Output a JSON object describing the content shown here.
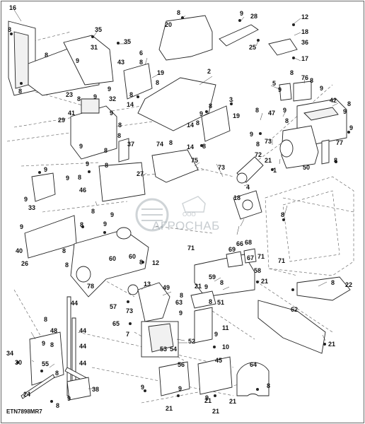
{
  "drawing_code": "ETN7898MR7",
  "watermark": {
    "brand": "АГРОСНАБ",
    "prefix": "ООО"
  },
  "callouts": {
    "c1": "1",
    "c2": "2",
    "c3": "3",
    "c4": "4",
    "c5": "5",
    "c6": "6",
    "c7": "7",
    "c8": "8",
    "c9": "9",
    "c10": "10",
    "c11": "11",
    "c12": "12",
    "c13": "13",
    "c14": "14",
    "c16": "16",
    "c17": "17",
    "c18": "18",
    "c19": "19",
    "c20": "20",
    "c21": "21",
    "c22": "22",
    "c23": "23",
    "c24": "24",
    "c25": "25",
    "c26": "26",
    "c27": "27",
    "c28": "28",
    "c29": "29",
    "c30": "30",
    "c31": "31",
    "c32": "32",
    "c33": "33",
    "c34": "34",
    "c35": "35",
    "c36": "36",
    "c37": "37",
    "c38": "38",
    "c40": "40",
    "c41": "41",
    "c42": "42",
    "c43": "43",
    "c44": "44",
    "c45": "45",
    "c46": "46",
    "c47": "47",
    "c48": "48",
    "c49": "49",
    "c50": "50",
    "c51": "51",
    "c52": "52",
    "c53": "53",
    "c54": "54",
    "c55": "55",
    "c56": "56",
    "c57": "57",
    "c58": "58",
    "c59": "59",
    "c60": "60",
    "c62": "62",
    "c63": "63",
    "c64": "64",
    "c65": "65",
    "c66": "66",
    "c67": "67",
    "c68": "68",
    "c69": "69",
    "c71": "71",
    "c72": "72",
    "c73": "73",
    "c74": "74",
    "c75": "75",
    "c76": "76",
    "c77": "77",
    "c78": "78"
  }
}
